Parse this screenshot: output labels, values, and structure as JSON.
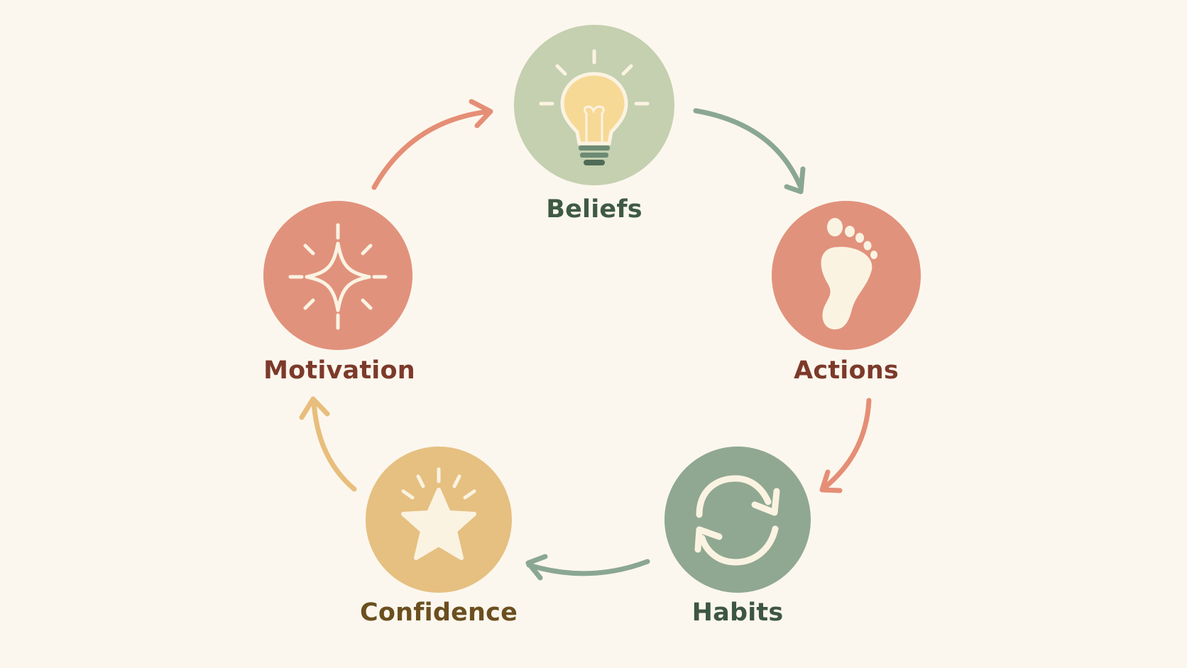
{
  "nodes": [
    {
      "id": "beliefs",
      "label": "Beliefs",
      "color": "#c4d0ae",
      "text_color": "#3f5a44",
      "icon": "lightbulb-icon"
    },
    {
      "id": "actions",
      "label": "Actions",
      "color": "#e4917a",
      "text_color": "#7c3a2a",
      "icon": "footprint-icon"
    },
    {
      "id": "habits",
      "label": "Habits",
      "color": "#8fa890",
      "text_color": "#3d5642",
      "icon": "cycle-arrows-icon"
    },
    {
      "id": "confidence",
      "label": "Confidence",
      "color": "#e8c07e",
      "text_color": "#6b4f1f",
      "icon": "star-icon"
    },
    {
      "id": "motivation",
      "label": "Motivation",
      "color": "#e4917a",
      "text_color": "#7c3a2a",
      "icon": "sparkle-icon"
    }
  ],
  "edges": [
    {
      "from": "beliefs",
      "to": "actions",
      "color": "#8aa792"
    },
    {
      "from": "actions",
      "to": "habits",
      "color": "#e58e76"
    },
    {
      "from": "habits",
      "to": "confidence",
      "color": "#8aa792"
    },
    {
      "from": "confidence",
      "to": "motivation",
      "color": "#e8be7c"
    },
    {
      "from": "motivation",
      "to": "beliefs",
      "color": "#e58e76"
    }
  ],
  "background": "#fcf7ee"
}
